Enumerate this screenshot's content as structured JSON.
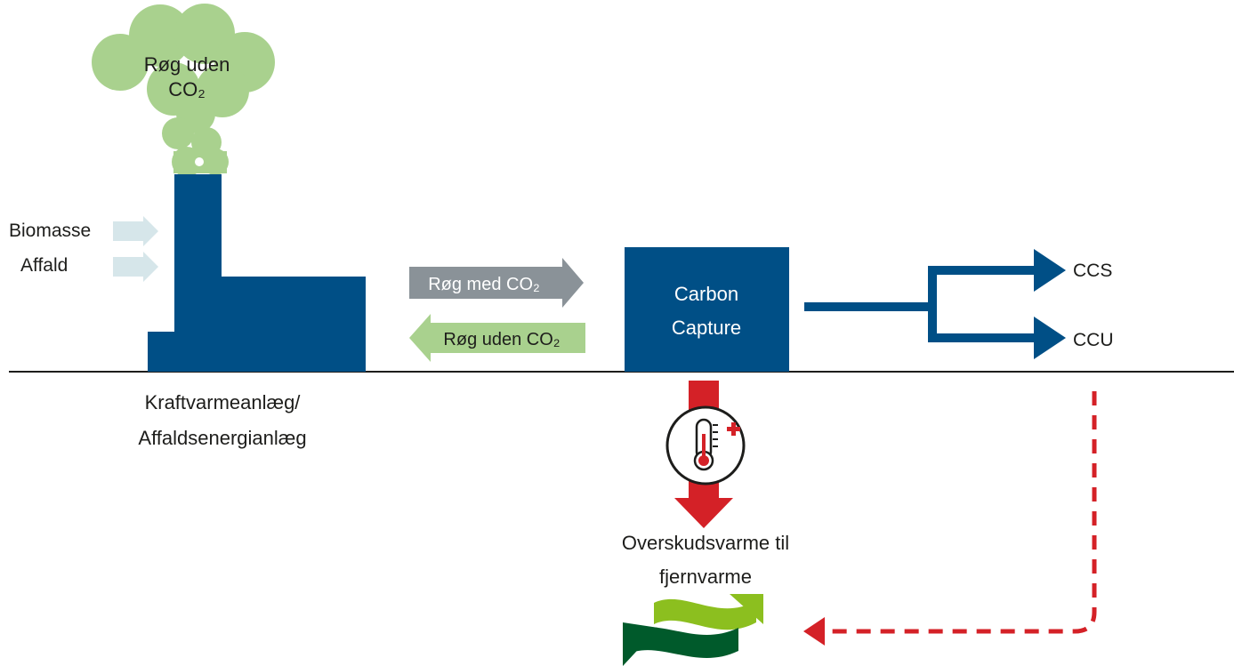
{
  "smoke": {
    "line1": "Røg uden",
    "line2": "CO₂"
  },
  "inputs": {
    "biomasse": "Biomasse",
    "affald": "Affald"
  },
  "plant": {
    "line1": "Kraftvarmeanlæg/",
    "line2": "Affaldsenergianlæg"
  },
  "flue_in": "Røg med CO₂",
  "flue_out": "Røg uden CO₂",
  "capture": {
    "line1": "Carbon",
    "line2": "Capture"
  },
  "outputs": {
    "ccs": "CCS",
    "ccu": "CCU"
  },
  "heat": {
    "line1": "Overskudsvarme til",
    "line2": "fjernvarme"
  },
  "colors": {
    "navy": "#004f86",
    "smoke_green": "#a9d18e",
    "input_arrow": "#d6e6ea",
    "grey_arrow": "#8a9298",
    "red": "#d42127",
    "logo_dark": "#005a2b",
    "logo_light": "#8cbf1f"
  }
}
